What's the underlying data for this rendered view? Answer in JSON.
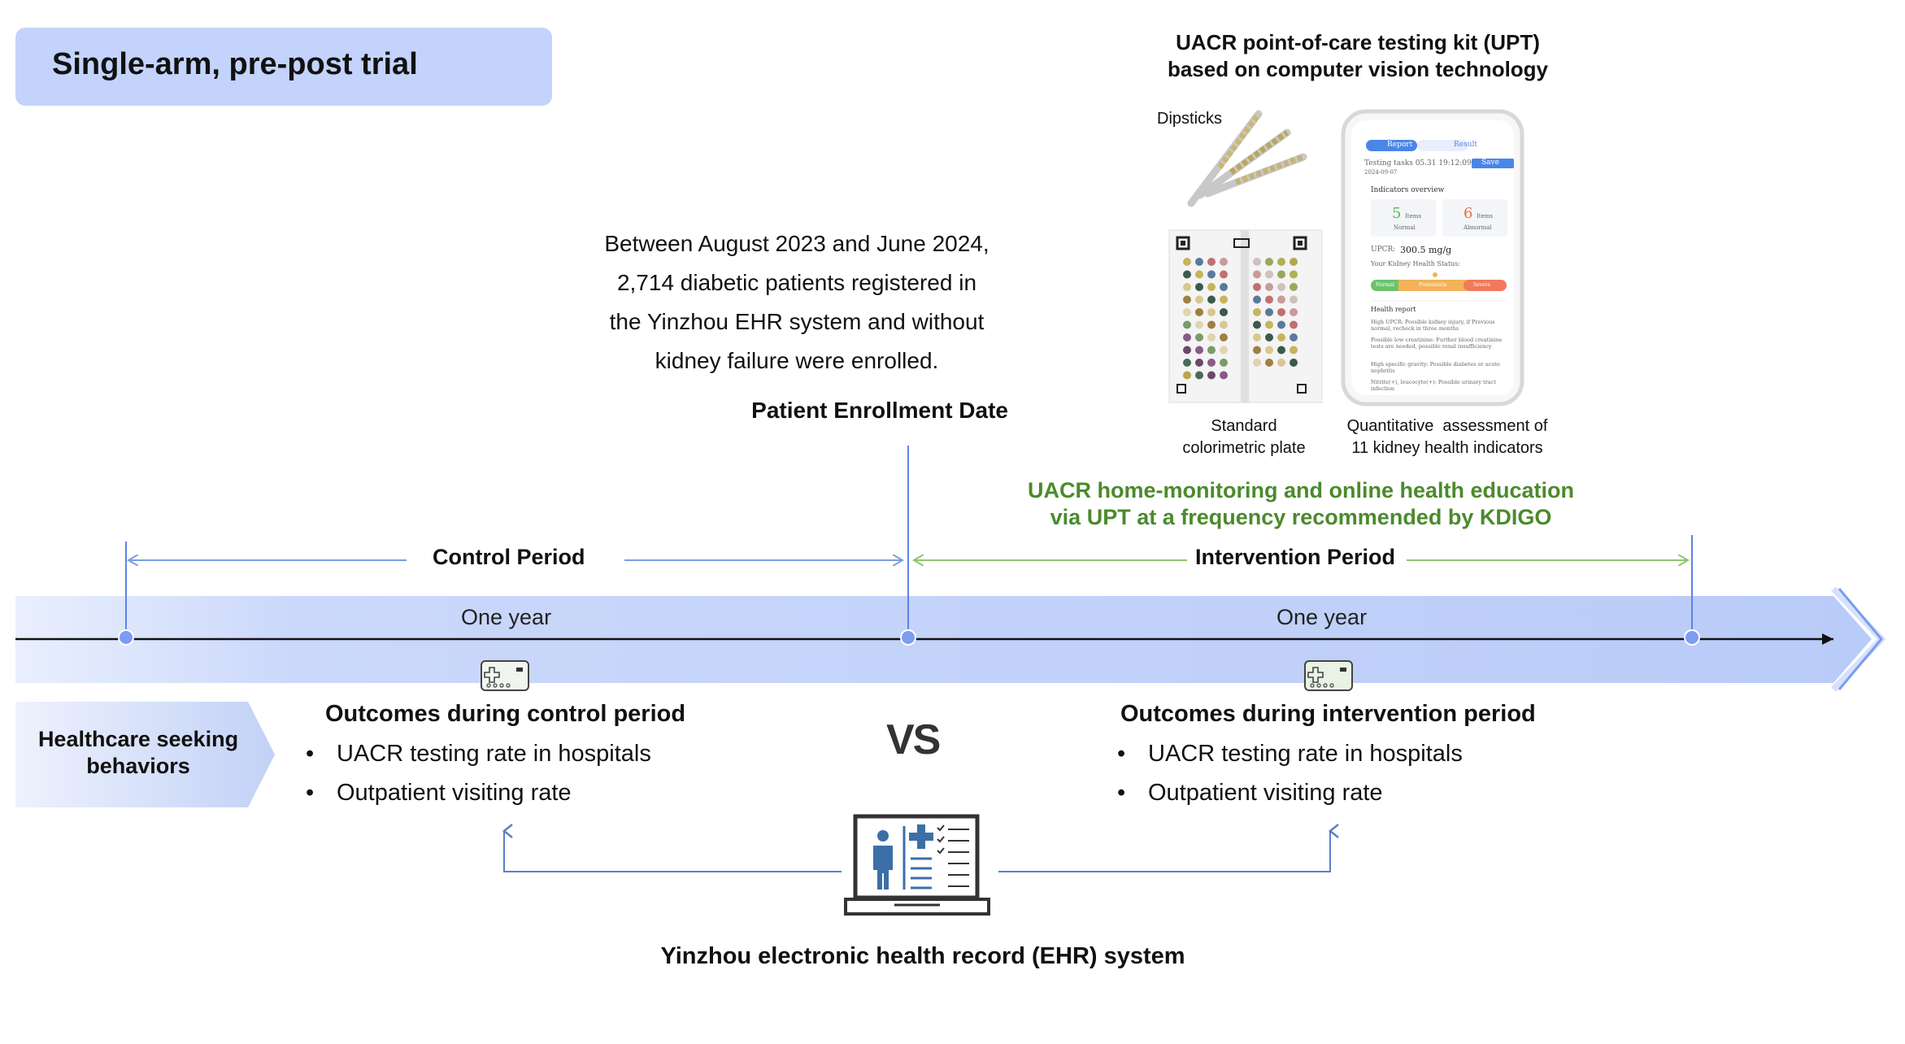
{
  "design": {
    "title": "Single-arm, pre-post trial"
  },
  "upt": {
    "title_line1": "UACR point-of-care testing kit (UPT)",
    "title_line2": "based on computer vision technology",
    "dipsticks_label": "Dipsticks",
    "plate_label_line1": "Standard",
    "plate_label_line2": "colorimetric plate",
    "app_label_line1": "Quantitative  assessment of",
    "app_label_line2": "11 kidney health indicators",
    "app": {
      "tab_report": "Report",
      "tab_result": "Result",
      "testing_tasks": "Testing tasks 05.31 19:12:09",
      "date": "2024-09-07",
      "save": "Save",
      "overview": "Indicators overview",
      "normal_count": "5",
      "normal_unit": "Items",
      "normal_label": "Normal",
      "abnormal_count": "6",
      "abnormal_unit": "Items",
      "abnormal_label": "Abnormal",
      "upcr_label": "UPCR:",
      "upcr_value": "300.5 mg/g",
      "status_label": "Your Kidney Health Status:",
      "bar_normal": "Normal",
      "bar_proteinuria": "Proteinuria",
      "bar_severe": "Severe",
      "health_report": "Health report",
      "report_1": "High UPCR: Possible kidney injury, if Previous normal, recheck in three months",
      "report_2": "Possible low creatinine: Further blood creatinine tests are needed, possible renal insufficiency",
      "report_3": "High specific gravity: Possible diabetes or acute nephritis",
      "report_4": "Nitrite(+), leucocyte(+): Possible urinary tract infection"
    }
  },
  "enrollment": {
    "line1": "Between August 2023 and June 2024,",
    "line2": "2,714 diabetic patients registered in",
    "line3": "the Yinzhou EHR system and without",
    "line4": "kidney failure were enrolled.",
    "date_label": "Patient Enrollment Date"
  },
  "intervention_desc": {
    "line1": "UACR home-monitoring and online health education",
    "line2": "via UPT at a frequency recommended by KDIGO"
  },
  "timeline": {
    "control_period": "Control Period",
    "intervention_period": "Intervention Period",
    "control_duration": "One year",
    "intervention_duration": "One year"
  },
  "behaviors": {
    "label_line1": "Healthcare seeking",
    "label_line2": "behaviors"
  },
  "outcomes": {
    "control_title": "Outcomes during control period",
    "control_items": [
      "UACR testing rate in hospitals",
      "Outpatient visiting rate"
    ],
    "intervention_title": "Outcomes during intervention period",
    "intervention_items": [
      "UACR testing rate in hospitals",
      "Outpatient visiting rate"
    ],
    "vs": "VS"
  },
  "ehr": {
    "label": "Yinzhou electronic health record (EHR) system"
  },
  "colors": {
    "title_box": "#c3d3fb",
    "band": "#c5d5fa",
    "control_arrow": "#7b9ce0",
    "intervention_arrow": "#8fc36f",
    "green_text": "#4b8a2c",
    "marker": "#6d8ff0"
  }
}
